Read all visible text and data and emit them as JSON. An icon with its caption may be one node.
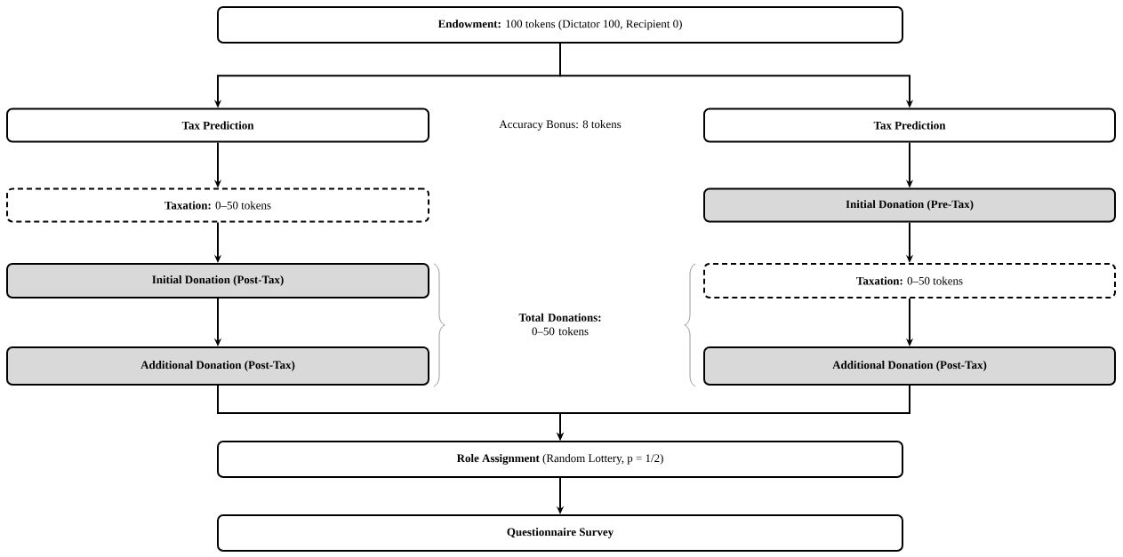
{
  "diagram": {
    "nodes": [
      {
        "text": [
          "**Endowment:** 100 tokens (Dictator 100, Recipient 0)"
        ]
      },
      {
        "text": [
          "Tax Prediction"
        ]
      },
      {
        "text": [
          "Tax Prediction"
        ]
      },
      {
        "text": [
          "**Taxation:** 0–50 tokens"
        ]
      },
      {
        "text": [
          "Initial Donation (Post-Tax)"
        ]
      },
      {
        "text": [
          "Additional Donation (Post-Tax)"
        ]
      },
      {
        "text": [
          "Initial Donation (Pre-Tax)"
        ]
      },
      {
        "text": [
          "**Taxation:** 0–50 tokens"
        ]
      },
      {
        "text": [
          "Additional Donation (Post-Tax)"
        ]
      },
      {
        "text": [
          "**Role Assignment** (Random Lottery, p = 1/2)"
        ]
      },
      {
        "text": [
          "Questionnaire Survey"
        ]
      }
    ],
    "edges": [
      {
        "from": 0,
        "to": 1,
        "arrow": "to"
      },
      {
        "from": 0,
        "to": 2,
        "arrow": "to"
      },
      {
        "from": 1,
        "to": 3,
        "arrow": "to"
      },
      {
        "from": 3,
        "to": 4,
        "arrow": "to"
      },
      {
        "from": 4,
        "to": 5,
        "arrow": "to"
      },
      {
        "from": 2,
        "to": 6,
        "arrow": "to"
      },
      {
        "from": 6,
        "to": 7,
        "arrow": "to"
      },
      {
        "from": 7,
        "to": 8,
        "arrow": "to"
      },
      {
        "from": 5,
        "to": 9,
        "arrow": "to"
      },
      {
        "from": 8,
        "to": 9,
        "arrow": "to"
      },
      {
        "from": 9,
        "to": 10,
        "arrow": "to"
      }
    ],
    "labels": [
      "Accuracy Bonus: 8 tokens",
      "**Total Donations:** 0–50 tokens"
    ]
  }
}
